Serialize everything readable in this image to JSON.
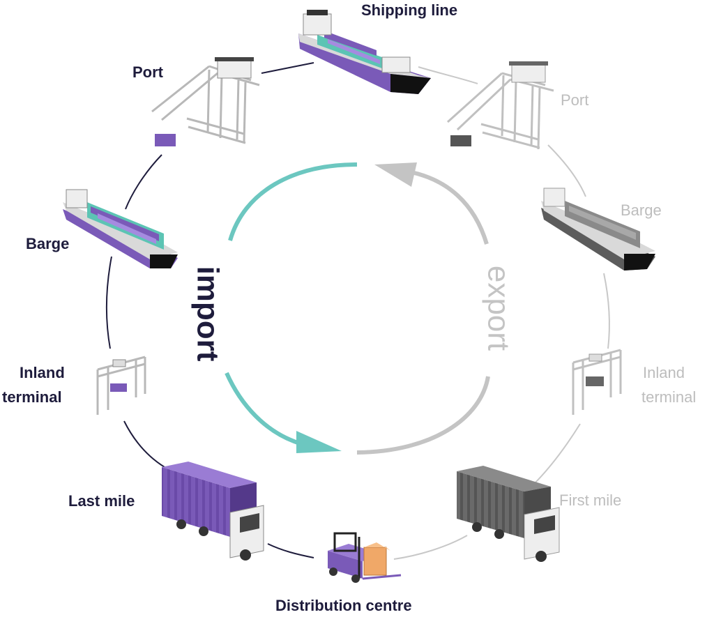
{
  "colors": {
    "import_text": "#1e1c3c",
    "export_text": "#bdbdbd",
    "import_arc": "#6cc7c0",
    "export_arc": "#c4c4c4",
    "import_line": "#1e1c3c",
    "export_line": "#c8c8c8",
    "purple": "#7a5ab8",
    "purple_dark": "#54398a",
    "teal": "#5cc4b4",
    "grey": "#5c5c5c"
  },
  "center": {
    "import_word": "import",
    "export_word": "export"
  },
  "import_side": {
    "shipping_line": "Shipping line",
    "port": "Port",
    "barge": "Barge",
    "inland_terminal_l1": "Inland",
    "inland_terminal_l2": "terminal",
    "last_mile": "Last mile"
  },
  "distribution_centre": "Distribution centre",
  "export_side": {
    "port": "Port",
    "barge": "Barge",
    "inland_terminal_l1": "Inland",
    "inland_terminal_l2": "terminal",
    "first_mile": "First mile"
  }
}
